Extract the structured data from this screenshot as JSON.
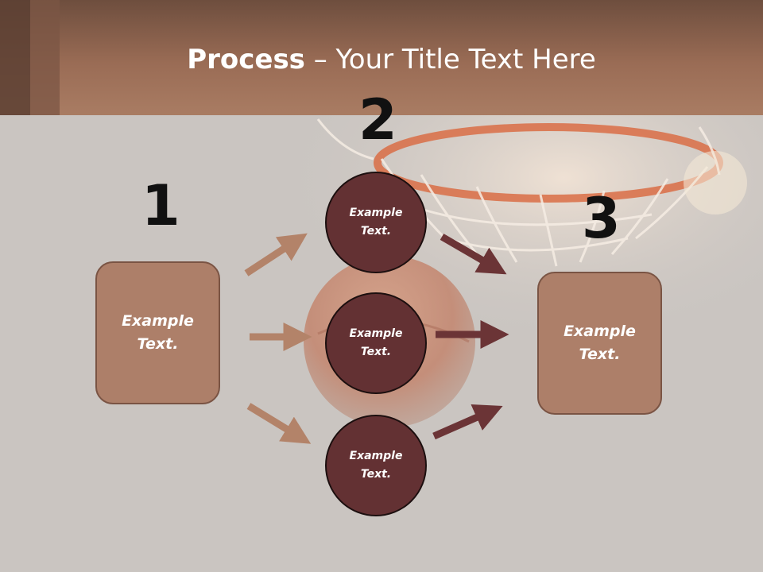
{
  "title": {
    "bold": "Process",
    "rest": " – Your Title Text Here"
  },
  "steps": {
    "one": "1",
    "two": "2",
    "three": "3"
  },
  "left_box": {
    "line1": "Example",
    "line2": "Text."
  },
  "circles": [
    {
      "line1": "Example",
      "line2": "Text."
    },
    {
      "line1": "Example",
      "line2": "Text."
    },
    {
      "line1": "Example",
      "line2": "Text."
    }
  ],
  "right_box": {
    "line1": "Example",
    "line2": "Text."
  },
  "colors": {
    "box_fill": "#ad7f69",
    "circle_fill": "#633133",
    "arrow_light": "#b38369",
    "arrow_dark": "#6b3436",
    "header": "#a97c63"
  }
}
